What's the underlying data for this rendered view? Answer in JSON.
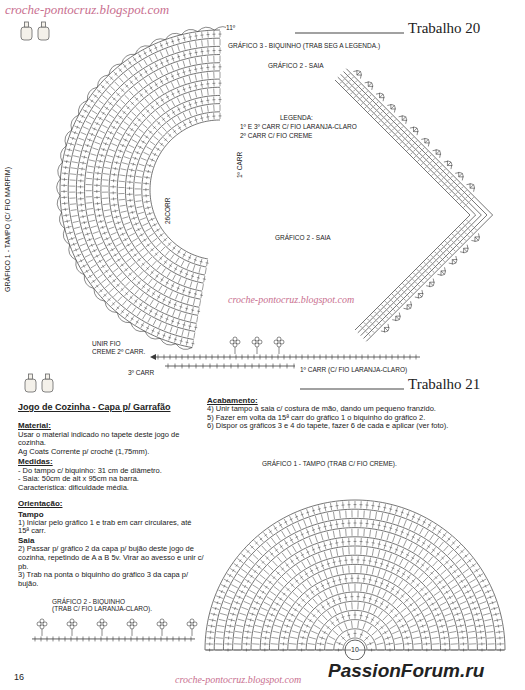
{
  "diagram": {
    "labels": [
      "croche-pontocruz.blogspot.com",
      "Trabalho 20",
      "GRÁFICO 3 - BIQUINHO (TRAB SEG A LEGENDA.)",
      "GRÁFICO 2 - SAIA",
      "LEGENDA:",
      "1º E 3º CARR C/ FIO LARANJA-CLARO",
      "2º CARR C/ FIO CREME",
      "GRÁFICO 1 - TAMPO (C/ FIO MARFIM)",
      "11º",
      "1º CARR",
      "26CORR",
      "GRÁFICO 2 - SAIA",
      "croche-pontocruz.blogspot.com",
      "UNIR FIO",
      "CREME 2º CARR.",
      "3º CARR",
      "1º CARR (C/ FIO LARANJA-CLARO)",
      "Trabalho 21",
      "Jogo de Cozinha - Capa p/ Garrafão",
      "Material:",
      "Usar o material indicado no tapete deste jogo de cozinha.",
      "Ag Coats Corrente p/ crochê (1,75mm).",
      "Medidas:",
      "- Do tampo c/ biquinho: 31 cm de diâmetro.",
      "- Saia: 50cm de alt x 95cm na barra.",
      "Característica: dificuldade média.",
      "Orientação:",
      "Tampo",
      "1) Iniciar pelo gráfico 1 e trab em carr circulares, até 15ª carr.",
      "Saia",
      "2) Passar p/ gráfico 2 da capa p/ bujão deste jogo de cozinha, repetindo de A a B 5v. Virar ao avesso e unir c/ pb.",
      "3) Trab na ponta o biquinho do gráfico 3 da capa p/ bujão.",
      "Acabamento:",
      "4) Unir tampo à saia c/ costura de mão, dando um pequeno franzido.",
      "5) Fazer em volta da 15ª carr do gráfico 1 o biquinho do gráfico 2.",
      "6) Dispor os gráficos 3 e 4 do tapete, fazer 6 de cada e aplicar (ver foto).",
      "GRÁFICO 1 - TAMPO (TRAB C/ FIO CREME).",
      "GRÁFICO 2 - BIQUINHO",
      "(TRAB C/ FIO LARANJA-CLARO).",
      "10",
      "16",
      "croche-pontocruz.blogspot.com",
      "PassionForum.ru"
    ]
  }
}
